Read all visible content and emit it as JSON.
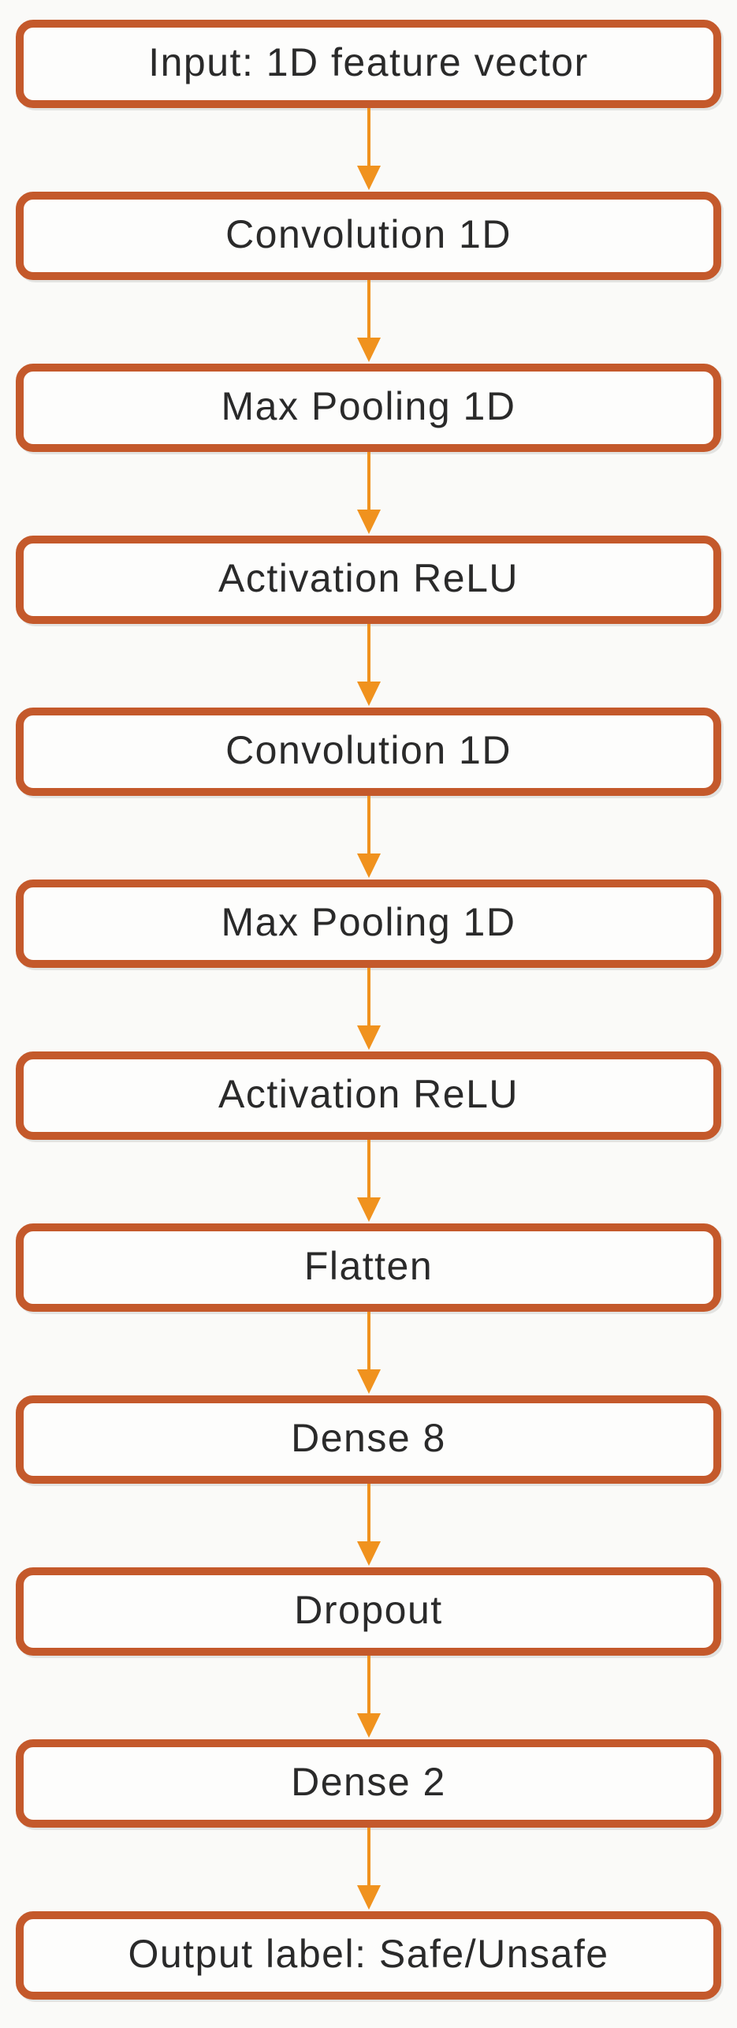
{
  "diagram": {
    "type": "flowchart",
    "orientation": "top-to-bottom",
    "nodes": [
      {
        "label": "Input: 1D feature vector"
      },
      {
        "label": "Convolution 1D"
      },
      {
        "label": "Max Pooling 1D"
      },
      {
        "label": "Activation ReLU"
      },
      {
        "label": "Convolution 1D"
      },
      {
        "label": "Max Pooling 1D"
      },
      {
        "label": "Activation ReLU"
      },
      {
        "label": "Flatten"
      },
      {
        "label": "Dense 8"
      },
      {
        "label": "Dropout"
      },
      {
        "label": "Dense 2"
      },
      {
        "label": "Output label: Safe/Unsafe"
      }
    ],
    "colors": {
      "node_border": "#c4592b",
      "node_fill": "#fdfdfc",
      "arrow": "#f0921e",
      "text": "#2a2a2a",
      "background": "#fafaf8"
    }
  }
}
